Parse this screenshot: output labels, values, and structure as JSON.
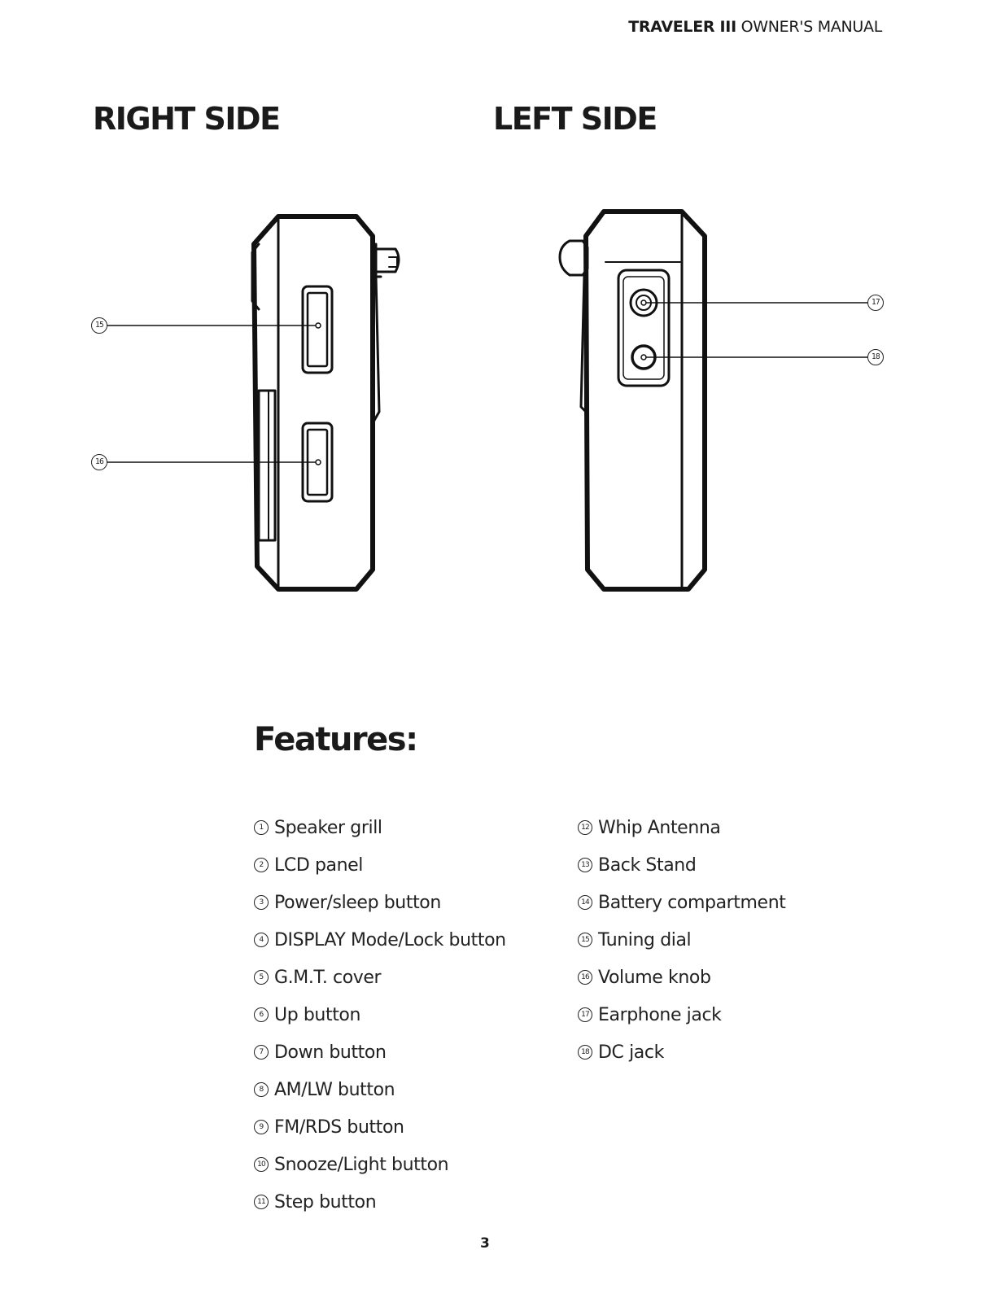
{
  "header": {
    "brand": "TRAVELER III",
    "rest": "OWNER'S MANUAL"
  },
  "right_side": {
    "title": "RIGHT SIDE",
    "callouts": [
      "15",
      "16"
    ]
  },
  "left_side": {
    "title": "LEFT SIDE",
    "callouts": [
      "17",
      "18"
    ]
  },
  "features": {
    "title": "Features:",
    "column1": [
      {
        "num": "1",
        "label": "Speaker grill"
      },
      {
        "num": "2",
        "label": "LCD panel"
      },
      {
        "num": "3",
        "label": "Power/sleep button"
      },
      {
        "num": "4",
        "label": "DISPLAY Mode/Lock button"
      },
      {
        "num": "5",
        "label": "G.M.T. cover"
      },
      {
        "num": "6",
        "label": "Up button"
      },
      {
        "num": "7",
        "label": "Down button"
      },
      {
        "num": "8",
        "label": "AM/LW button"
      },
      {
        "num": "9",
        "label": "FM/RDS button"
      },
      {
        "num": "10",
        "label": "Snooze/Light button"
      },
      {
        "num": "11",
        "label": "Step button"
      }
    ],
    "column2": [
      {
        "num": "12",
        "label": "Whip Antenna"
      },
      {
        "num": "13",
        "label": "Back Stand"
      },
      {
        "num": "14",
        "label": "Battery compartment"
      },
      {
        "num": "15",
        "label": "Tuning dial"
      },
      {
        "num": "16",
        "label": "Volume knob"
      },
      {
        "num": "17",
        "label": "Earphone jack"
      },
      {
        "num": "18",
        "label": "DC jack"
      }
    ]
  },
  "page_number": "3"
}
